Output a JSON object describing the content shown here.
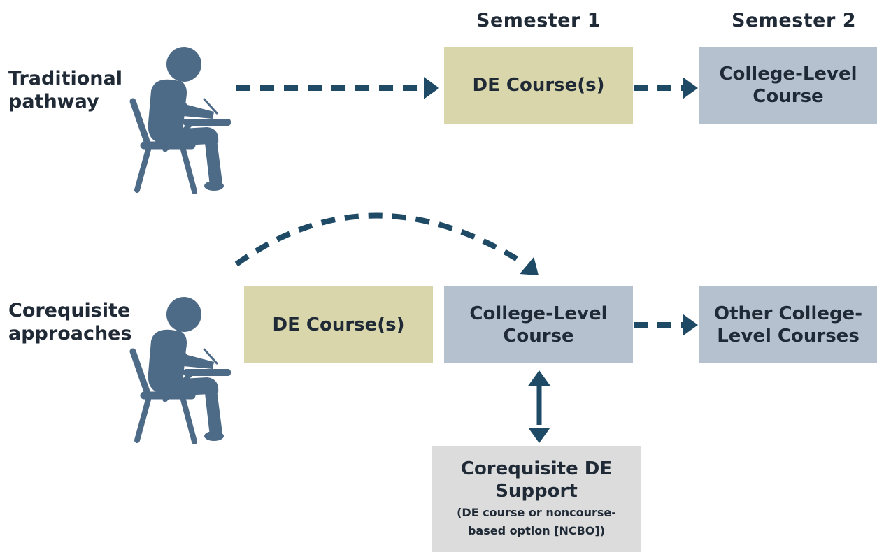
{
  "colors": {
    "arrow": "#1e4a66",
    "person": "#4d6a87",
    "de_box": "#d9d6ac",
    "college_box": "#b5c1cf",
    "support_box": "#dcdcdc"
  },
  "columns": {
    "semester1": "Semester 1",
    "semester2": "Semester 2"
  },
  "traditional": {
    "label": "Traditional\npathway",
    "icon": "student-at-desk-icon",
    "de_course": "DE Course(s)",
    "college_course": "College-Level\nCourse"
  },
  "corequisite": {
    "label": "Corequisite\napproaches",
    "icon": "student-at-desk-icon",
    "de_course": "DE Course(s)",
    "college_course": "College-Level\nCourse",
    "other_courses": "Other College-\nLevel Courses",
    "support_title": "Corequisite DE\nSupport",
    "support_note": "(DE course or noncourse-\nbased option [NCBO])"
  }
}
